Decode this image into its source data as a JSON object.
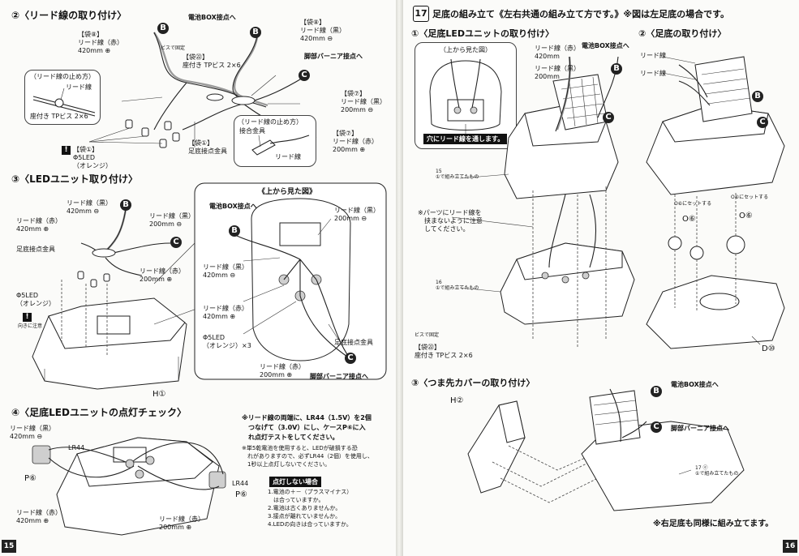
{
  "left_page": {
    "page_number": "15",
    "s2": {
      "title": "②〈リード線の取り付け〉",
      "battery_box_contact": "電池BOX接点へ",
      "bag8_label": "【袋⑧】",
      "lead_red_420": "リード線（赤）\n420mm ⊕",
      "bag8_right": "【袋⑧】",
      "lead_black_420": "リード線（黒）\n420mm ⊖",
      "bag22": "【袋㉒】",
      "screw": "座付き TPビス 2×6",
      "leg_vernier": "脚部バーニア接点へ",
      "bag7_a": "【袋⑦】",
      "lead_black_200": "リード線（黒）\n200mm ⊖",
      "bag7_b": "【袋⑦】",
      "lead_red_200": "リード線（赤）\n200mm ⊕",
      "wire_stop_title": "（リード線の止め方）",
      "lead_wire": "リード線",
      "screw_small": "座付き TPビス 2×6",
      "wire_stop_title2": "（リード線の止め方）",
      "connector": "接合金具",
      "lead_wire2": "リード線",
      "bag1": "【袋①】",
      "led5": "Φ5LED\n（オレンジ）",
      "bag1_contact": "【袋①】\n足底接点金具",
      "B": "B",
      "C": "C",
      "tiny": "ビスで固定"
    },
    "s3": {
      "title": "③〈LEDユニット取り付け〉",
      "topview": "《上から見た図》",
      "lead_black_420": "リード線（黒）\n420mm ⊖",
      "lead_red_420": "リード線（赤）\n420mm ⊕",
      "lead_black_200": "リード線（黒）\n200mm ⊖",
      "sole_contact": "足底接点金具",
      "lead_red_200": "リード線（赤）\n200mm ⊕",
      "led5": "Φ5LED\n（オレンジ）",
      "orientation": "向きに注意",
      "part_H1": "H①",
      "tv_battery": "電池BOX接点へ",
      "tv_black_200": "リード線（黒）\n200mm ⊖",
      "tv_black_420": "リード線（黒）\n420mm ⊖",
      "tv_red_420": "リード線（赤）\n420mm ⊕",
      "tv_led": "Φ5LED\n（オレンジ）×3",
      "tv_sole": "足底接点金具",
      "tv_red_200": "リード線（赤）\n200mm ⊕",
      "tv_leg": "脚部バーニア接点へ"
    },
    "s4": {
      "title": "④〈足底LEDユニットの点灯チェック〉",
      "lead_black_420": "リード線（黒）\n420mm ⊖",
      "lr44_l": "LR44",
      "p6_l": "P⑥",
      "lead_red_420": "リード線（赤）\n420mm ⊕",
      "lr44_r": "LR44",
      "p6_r": "P⑥",
      "lead_red_200": "リード線（赤）\n200mm ⊕",
      "note1": "※リード線の両端に、LR44（1.5V）を2個\n　つなげて（3.0V）にし、ケースP⑥に入\n　れ点灯テストをしてください。",
      "note2": "※単5乾電池を使用すると、LEDが破損する恐\n　れがありますので、必ずLR44（2個）を使用し、\n　1秒以上点灯しないでください。",
      "fail_title": "点灯しない場合",
      "fail_list": "1.電池の＋－（プラスマイナス）\n　は合っていますか。\n2.電池は古くありませんか。\n3.接点が離れていませんか。\n4.LEDの向きは合っていますか。"
    }
  },
  "right_page": {
    "page_number": "16",
    "header_num": "17",
    "header": "足底の組み立て《左右共通の組み立て方です。》※図は左足底の場合です。",
    "s1": {
      "title": "①〈足底LEDユニットの取り付け〉",
      "inset_title": "（上から見た図）",
      "hole_caption": "穴にリード線を通します。",
      "lead_red_420": "リード線（赤）\n420mm",
      "lead_black_200": "リード線（黒）\n200mm",
      "battery": "電池BOX接点へ",
      "unit15": "15\n①で組み立てたもの",
      "caution": "※パーツにリード線を\n　挟まないように注意\n　してください。",
      "unit16": "16\n①で組み立てたもの",
      "bag22": "【袋㉒】\n座付き TPビス 2×6",
      "fix": "ビスで固定"
    },
    "s2": {
      "title": "②〈足底の取り付け〉",
      "lead_a": "リード線",
      "lead_b": "リード線",
      "o6a": "O⑥",
      "o6b": "O⑥",
      "d10": "D⑩",
      "o6a_sub": "O⑥にセットする",
      "o6b_sub": "O⑥にセットする"
    },
    "s3": {
      "title": "③〈つま先カバーの取り付け〉",
      "h2": "H②",
      "battery": "電池BOX接点へ",
      "leg": "脚部バーニア接点へ",
      "part17": "17 ⓔ\n①で組み立てたもの",
      "right_foot": "※右足底も同様に組み立てます。"
    }
  }
}
